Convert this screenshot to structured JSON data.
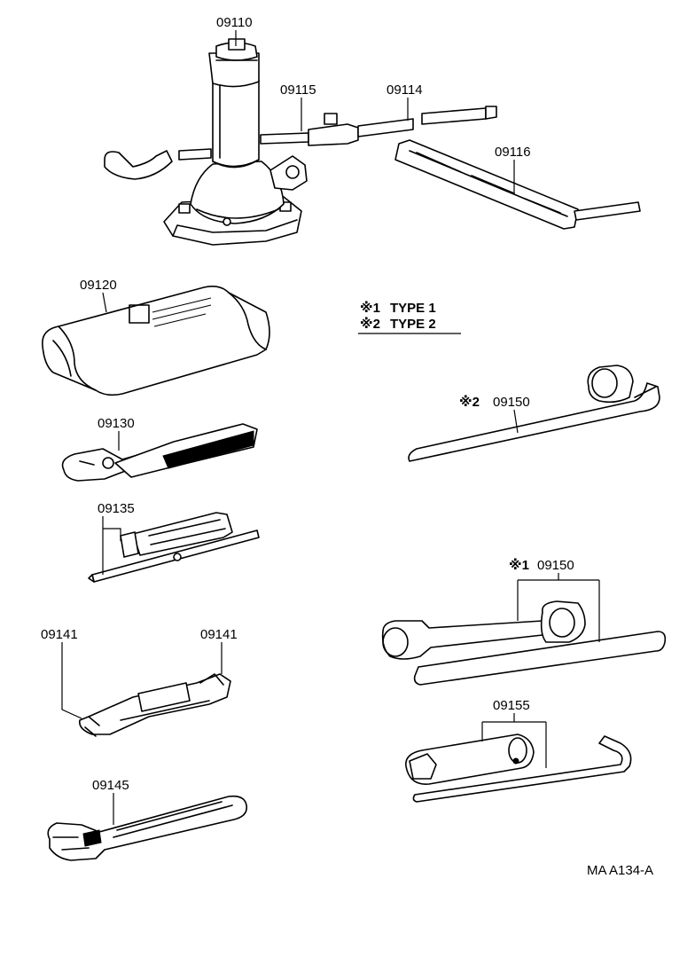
{
  "parts": {
    "p09110": "09110",
    "p09115": "09115",
    "p09114": "09114",
    "p09116": "09116",
    "p09120": "09120",
    "p09130": "09130",
    "p09135": "09135",
    "p09141_left": "09141",
    "p09141_right": "09141",
    "p09145": "09145",
    "p09150_type2": "09150",
    "p09150_type1": "09150",
    "p09155": "09155"
  },
  "legend": {
    "type1_mark": "※1",
    "type1_label": "TYPE 1",
    "type2_mark": "※2",
    "type2_label": "TYPE 2"
  },
  "callouts": {
    "type2_mark": "※2",
    "type1_mark": "※1"
  },
  "diagram_code": "MA A134-A"
}
